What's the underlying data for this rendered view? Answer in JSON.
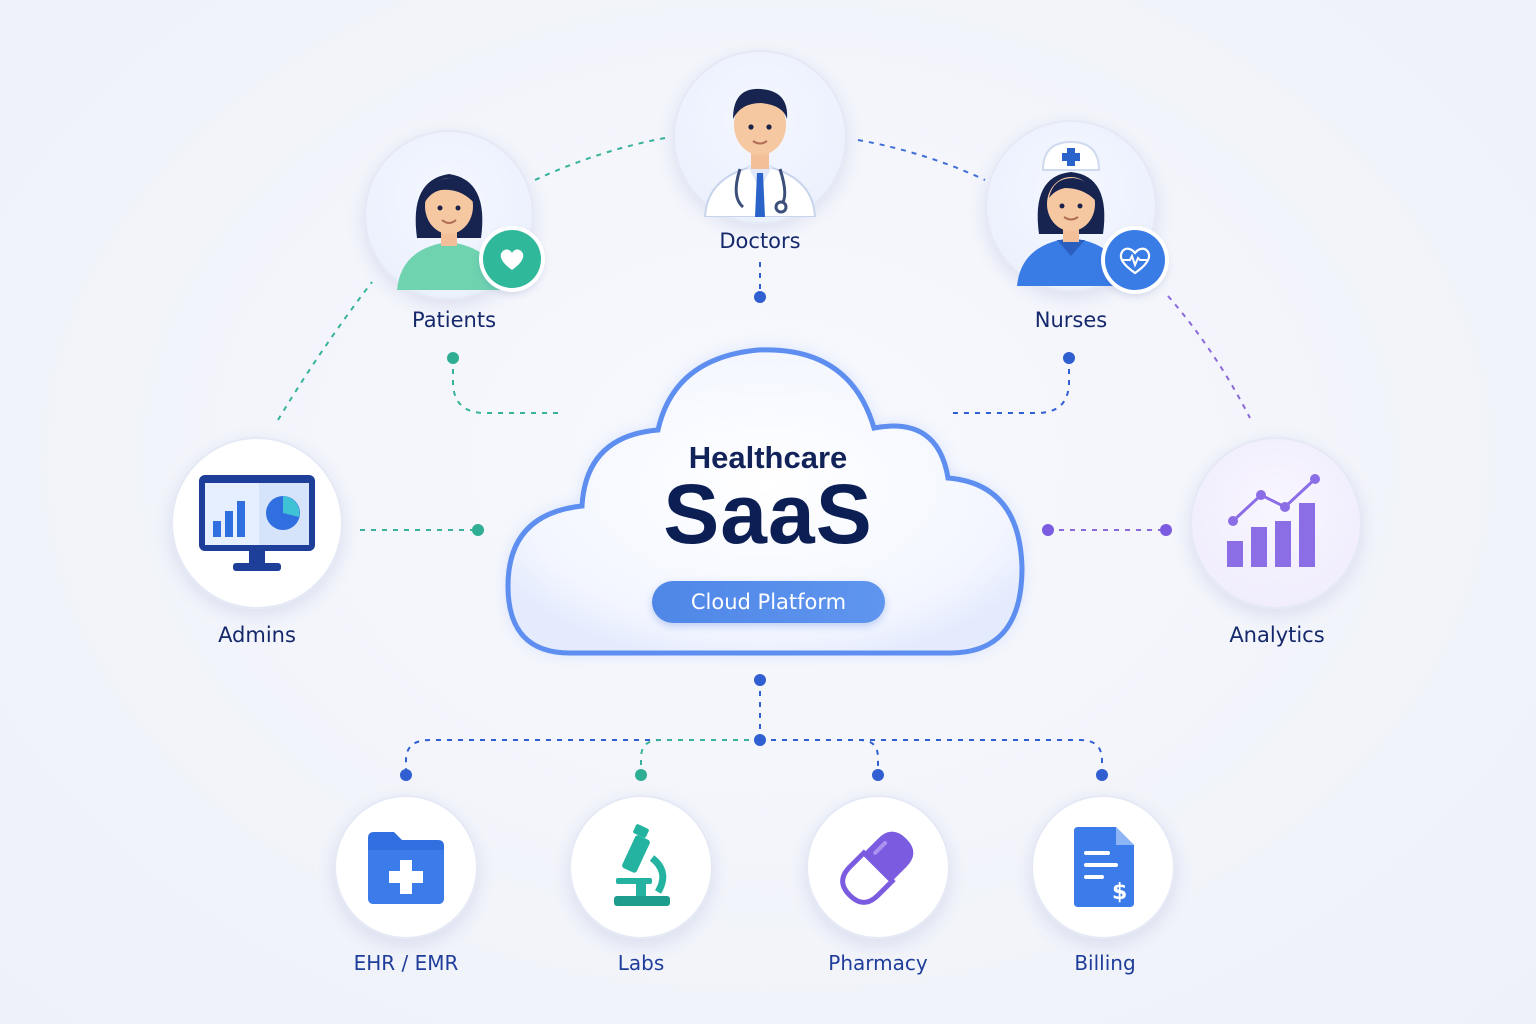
{
  "hub": {
    "title_small": "Healthcare",
    "title_big": "SaaS",
    "pill": "Cloud Platform"
  },
  "nodes": {
    "doctors": "Doctors",
    "patients": "Patients",
    "nurses": "Nurses",
    "admins": "Admins",
    "analytics": "Analytics",
    "ehr": "EHR / EMR",
    "labs": "Labs",
    "pharmacy": "Pharmacy",
    "billing": "Billing"
  },
  "icons": {
    "doctors": "doctor-avatar-icon",
    "patients": "patient-avatar-icon",
    "patients_badge": "heart-icon",
    "nurses": "nurse-avatar-icon",
    "nurses_badge": "heartbeat-icon",
    "admins": "dashboard-monitor-icon",
    "analytics": "bar-chart-icon",
    "ehr": "medical-folder-icon",
    "labs": "microscope-icon",
    "pharmacy": "capsule-icon",
    "billing": "invoice-icon"
  },
  "colors": {
    "navy": "#12235a",
    "blue": "#2f6fe0",
    "teal": "#1fae95",
    "purple": "#7b5ce0",
    "green": "#2fb89a"
  }
}
